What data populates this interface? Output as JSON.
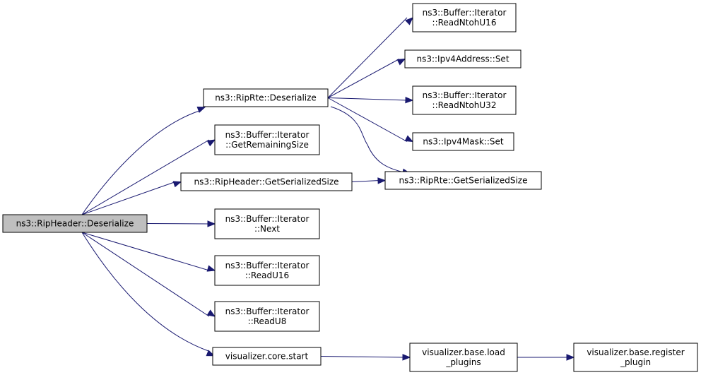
{
  "colors": {
    "edge": "#191970",
    "node_fill": "#ffffff",
    "root_fill": "#bfbfbf",
    "border": "#000000"
  },
  "nodes": {
    "root": {
      "lines": [
        "ns3::RipHeader::Deserialize"
      ],
      "highlighted": true
    },
    "riprte_deserialize": {
      "lines": [
        "ns3::RipRte::Deserialize"
      ]
    },
    "get_remaining_size": {
      "lines": [
        "ns3::Buffer::Iterator",
        "::GetRemainingSize"
      ]
    },
    "ripheader_get_serialized_size": {
      "lines": [
        "ns3::RipHeader::GetSerializedSize"
      ]
    },
    "next": {
      "lines": [
        "ns3::Buffer::Iterator",
        "::Next"
      ]
    },
    "read_u16": {
      "lines": [
        "ns3::Buffer::Iterator",
        "::ReadU16"
      ]
    },
    "read_u8": {
      "lines": [
        "ns3::Buffer::Iterator",
        "::ReadU8"
      ]
    },
    "core_start": {
      "lines": [
        "visualizer.core.start"
      ]
    },
    "read_ntoh_u16": {
      "lines": [
        "ns3::Buffer::Iterator",
        "::ReadNtohU16"
      ]
    },
    "ipv4address_set": {
      "lines": [
        "ns3::Ipv4Address::Set"
      ]
    },
    "read_ntoh_u32": {
      "lines": [
        "ns3::Buffer::Iterator",
        "::ReadNtohU32"
      ]
    },
    "ipv4mask_set": {
      "lines": [
        "ns3::Ipv4Mask::Set"
      ]
    },
    "riprte_get_serialized_size": {
      "lines": [
        "ns3::RipRte::GetSerializedSize"
      ]
    },
    "load_plugins": {
      "lines": [
        "visualizer.base.load",
        "_plugins"
      ]
    },
    "register_plugin": {
      "lines": [
        "visualizer.base.register",
        "_plugin"
      ]
    }
  },
  "edges": [
    [
      "root",
      "riprte_deserialize"
    ],
    [
      "root",
      "get_remaining_size"
    ],
    [
      "root",
      "ripheader_get_serialized_size"
    ],
    [
      "root",
      "next"
    ],
    [
      "root",
      "read_u16"
    ],
    [
      "root",
      "read_u8"
    ],
    [
      "root",
      "core_start"
    ],
    [
      "riprte_deserialize",
      "read_ntoh_u16"
    ],
    [
      "riprte_deserialize",
      "ipv4address_set"
    ],
    [
      "riprte_deserialize",
      "read_ntoh_u32"
    ],
    [
      "riprte_deserialize",
      "ipv4mask_set"
    ],
    [
      "riprte_deserialize",
      "riprte_get_serialized_size"
    ],
    [
      "ripheader_get_serialized_size",
      "riprte_get_serialized_size"
    ],
    [
      "core_start",
      "load_plugins"
    ],
    [
      "load_plugins",
      "register_plugin"
    ]
  ]
}
